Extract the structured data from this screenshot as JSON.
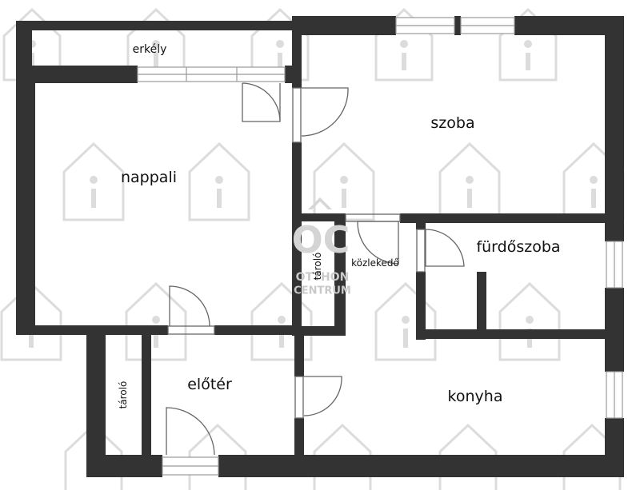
{
  "rooms": {
    "erkely": "erkély",
    "szoba": "szoba",
    "nappali": "nappali",
    "furdoszoba": "fürdőszoba",
    "kozlekedo": "közlekedő",
    "tarolo_inner": "tároló",
    "eloter": "előtér",
    "tarolo_left": "tároló",
    "konyha": "konyha"
  },
  "watermark": {
    "logo_text": "OC",
    "line1": "OTTHON",
    "line2": "CENTRUM"
  },
  "colors": {
    "wall": "#333333",
    "watermark": "#d6d6d6",
    "background": "#ffffff"
  }
}
